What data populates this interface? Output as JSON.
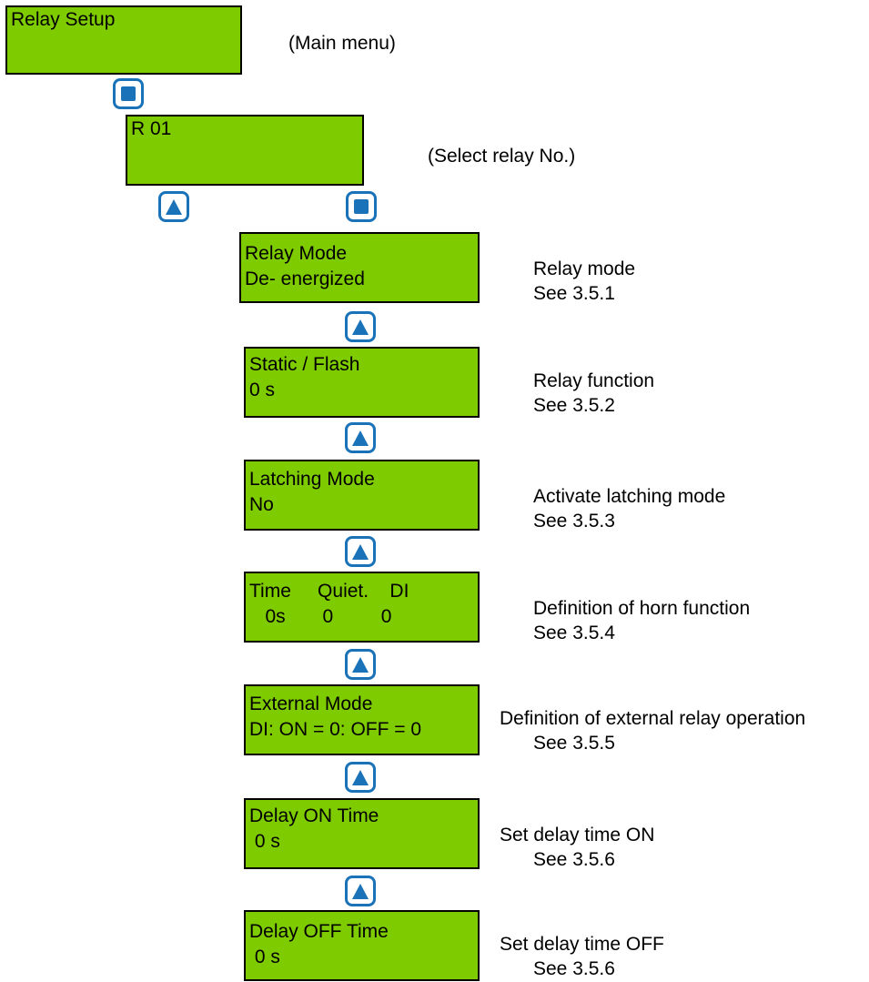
{
  "main_menu": {
    "display_line1": "Relay Setup",
    "note": "(Main menu)"
  },
  "select_relay": {
    "display_line1": "R 01",
    "note": "(Select relay No.)"
  },
  "steps": [
    {
      "line1": "Relay Mode",
      "line2": "De- energized",
      "note1": "Relay mode",
      "note2": "See 3.5.1"
    },
    {
      "line1": "Static / Flash",
      "line2": "0 s",
      "note1": "Relay function",
      "note2": "See 3.5.2"
    },
    {
      "line1": "Latching Mode",
      "line2": "No",
      "note1": "Activate latching mode",
      "note2": "See 3.5.3"
    },
    {
      "line1": "Time     Quiet.    DI",
      "line2": "   0s       0         0",
      "note1": "Definition of horn function",
      "note2": "See 3.5.4"
    },
    {
      "line1": "External Mode",
      "line2": "DI: ON = 0: OFF = 0",
      "note1": "Definition of external relay operation",
      "note2": "See 3.5.5"
    },
    {
      "line1": "Delay ON Time",
      "line2": " 0 s",
      "note1": "Set delay time ON",
      "note2": "See 3.5.6"
    },
    {
      "line1": "Delay OFF Time",
      "line2": " 0 s",
      "note1": "Set delay time OFF",
      "note2": "See 3.5.6"
    }
  ],
  "colors": {
    "lcd_background": "#7ecb00",
    "key_blue": "#1a73b8"
  },
  "icons": {
    "enter_key": "enter-square-key-icon",
    "up_key": "up-arrow-key-icon"
  }
}
